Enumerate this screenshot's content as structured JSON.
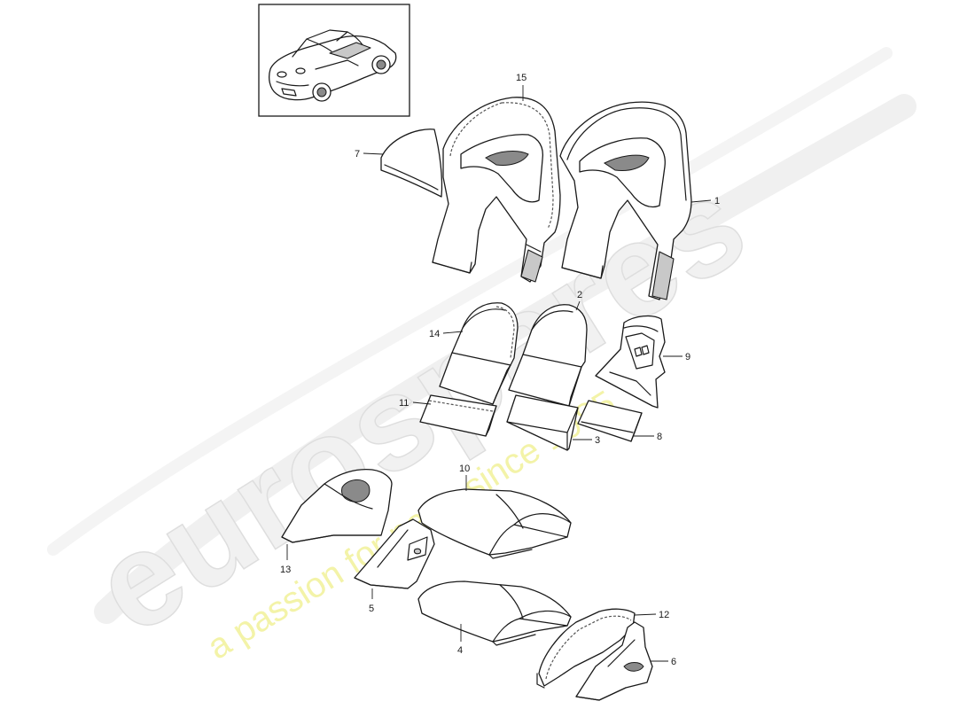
{
  "watermark": {
    "brand": "eurospares",
    "tagline": "a passion for parts since 1985"
  },
  "thumbnail": {
    "description_icon": "car-convertible-icon"
  },
  "callouts": {
    "n1": "1",
    "n2": "2",
    "n3": "3",
    "n4": "4",
    "n5": "5",
    "n6": "6",
    "n7": "7",
    "n8": "8",
    "n9": "9",
    "n10": "10",
    "n11": "11",
    "n12": "12",
    "n13": "13",
    "n14": "14",
    "n15": "15"
  },
  "colors": {
    "line": "#1a1a1a",
    "watermark_brand": "#f1f1f1",
    "watermark_tagline": "#f3f3a8"
  }
}
